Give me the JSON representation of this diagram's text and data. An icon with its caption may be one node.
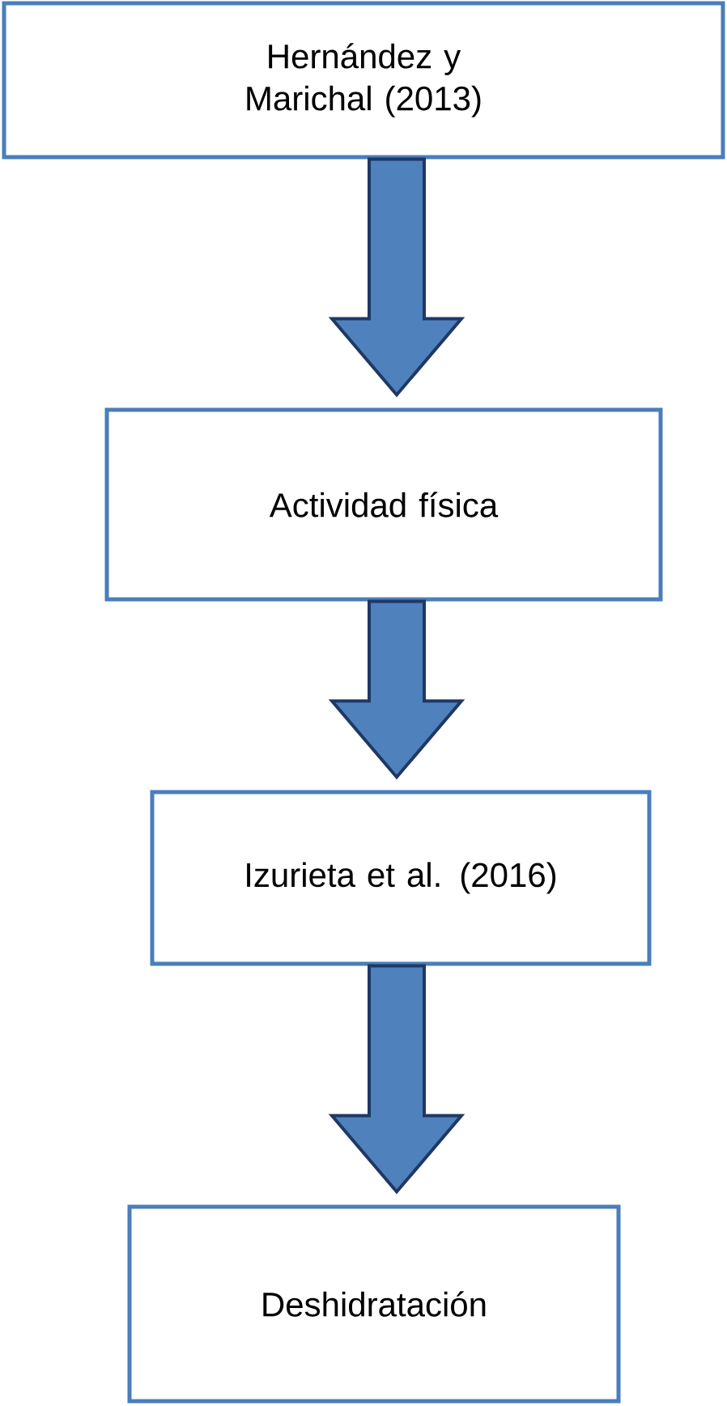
{
  "diagram": {
    "nodes": [
      {
        "text": [
          "Hernández y Marichal (2013)"
        ]
      },
      {
        "text": [
          "Actividad física"
        ]
      },
      {
        "text": [
          "Izurieta et al. (2016)"
        ]
      },
      {
        "text": [
          "Deshidratación"
        ]
      }
    ],
    "edges": [
      {
        "from": 0,
        "to": 1,
        "arrow": "to",
        "style": "thick"
      },
      {
        "from": 1,
        "to": 2,
        "arrow": "to",
        "style": "thick"
      },
      {
        "from": 2,
        "to": 3,
        "arrow": "to",
        "style": "thick"
      }
    ]
  }
}
